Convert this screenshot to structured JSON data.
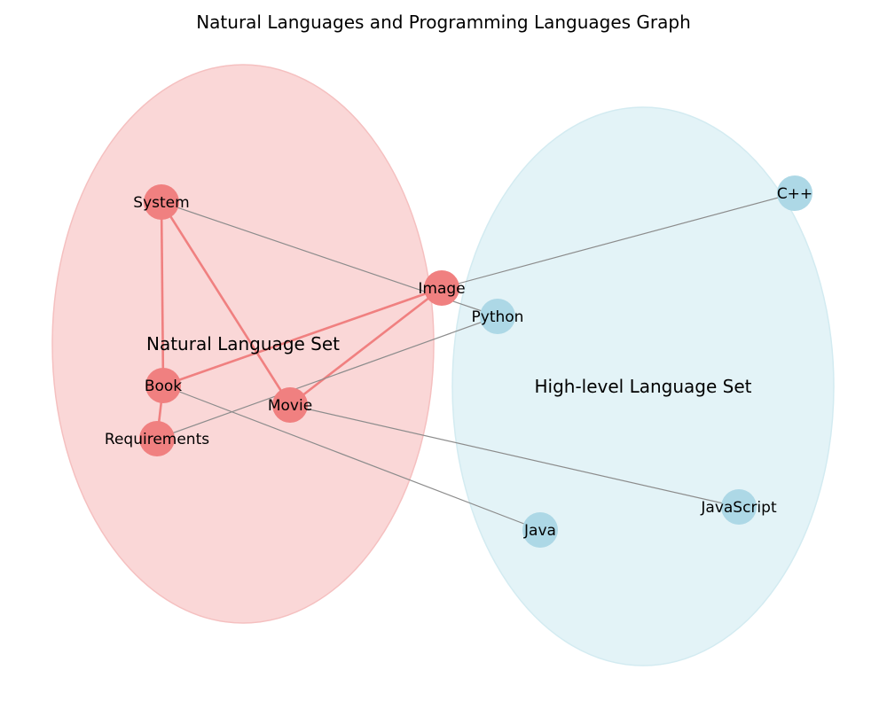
{
  "title": "Natural Languages and Programming Languages Graph",
  "colors": {
    "natural_fill": "#f08080",
    "natural_set_fill": "#fad7d7",
    "natural_set_stroke": "#f5c0c0",
    "high_fill": "#add8e6",
    "high_set_fill": "#e3f3f7",
    "high_set_stroke": "#d3ebf1",
    "intra_edge": "#f08080",
    "cross_edge": "#8c8c8c"
  },
  "sets": {
    "natural": {
      "label": "Natural Language Set"
    },
    "high": {
      "label": "High-level Language Set"
    }
  },
  "nodes": [
    {
      "id": "system",
      "label": "System",
      "group": "natural"
    },
    {
      "id": "image",
      "label": "Image",
      "group": "natural"
    },
    {
      "id": "book",
      "label": "Book",
      "group": "natural"
    },
    {
      "id": "movie",
      "label": "Movie",
      "group": "natural"
    },
    {
      "id": "requirements",
      "label": "Requirements",
      "group": "natural"
    },
    {
      "id": "cpp",
      "label": "C++",
      "group": "high"
    },
    {
      "id": "python",
      "label": "Python",
      "group": "high"
    },
    {
      "id": "javascript",
      "label": "JavaScript",
      "group": "high"
    },
    {
      "id": "java",
      "label": "Java",
      "group": "high"
    }
  ],
  "edges": [
    {
      "source": "system",
      "target": "book",
      "kind": "intra"
    },
    {
      "source": "system",
      "target": "movie",
      "kind": "intra"
    },
    {
      "source": "image",
      "target": "book",
      "kind": "intra"
    },
    {
      "source": "image",
      "target": "movie",
      "kind": "intra"
    },
    {
      "source": "book",
      "target": "requirements",
      "kind": "intra"
    },
    {
      "source": "system",
      "target": "python",
      "kind": "cross"
    },
    {
      "source": "image",
      "target": "cpp",
      "kind": "cross"
    },
    {
      "source": "requirements",
      "target": "python",
      "kind": "cross"
    },
    {
      "source": "movie",
      "target": "javascript",
      "kind": "cross"
    },
    {
      "source": "book",
      "target": "java",
      "kind": "cross"
    }
  ]
}
